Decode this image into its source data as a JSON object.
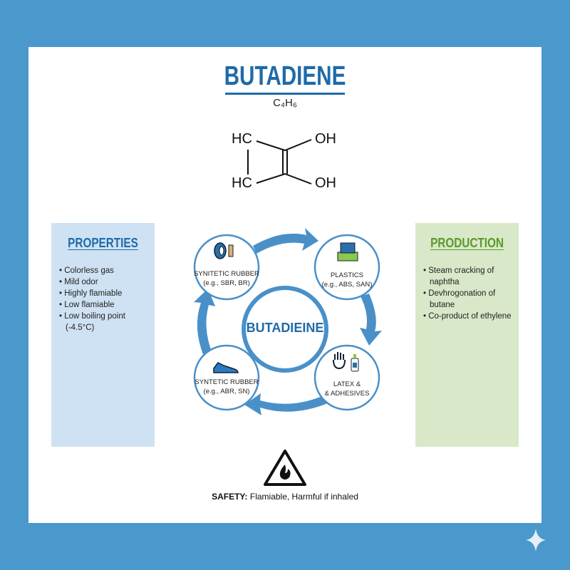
{
  "title": "BUTADIENE",
  "formula": "C₄H₆",
  "molecule": {
    "top_left": "HC",
    "top_right": "OH",
    "bottom_left": "HC",
    "bottom_right": "OH"
  },
  "properties": {
    "heading": "PROPERTIES",
    "items": [
      "Colorless gas",
      "Mild odor",
      "Highly flamiable",
      "Low flamiable",
      "Low boiling point (-4.5°C)"
    ]
  },
  "production": {
    "heading": "PRODUCTION",
    "items": [
      "Steam cracking of naphtha",
      "Devhrogonation of butane",
      "Co-product of ethylene"
    ]
  },
  "cycle": {
    "center": "BUTADIEINE",
    "nodes": [
      {
        "title": "SYNITETIC RUBBER",
        "sub": "(e.g., SBR, BR)",
        "icon": "tire-icon"
      },
      {
        "title": "PLASTICS",
        "sub": "(e.g., ABS, SAN)",
        "icon": "blocks-icon"
      },
      {
        "title": "LATEX &",
        "sub": "& ADHESIVES",
        "icon": "glove-glue-icon"
      },
      {
        "title": "SYNTETIC RUBBER",
        "sub": "(e.g., ABR, SN)",
        "icon": "shoe-icon"
      }
    ]
  },
  "safety": {
    "label": "SAFETY:",
    "text": "Flamiable, Harmful if inhaled"
  },
  "colors": {
    "background": "#4a98cc",
    "accent": "#1f6aa8",
    "properties_bg": "#cfe2f3",
    "production_bg": "#d8e8c8",
    "production_heading": "#5a9a2c"
  }
}
